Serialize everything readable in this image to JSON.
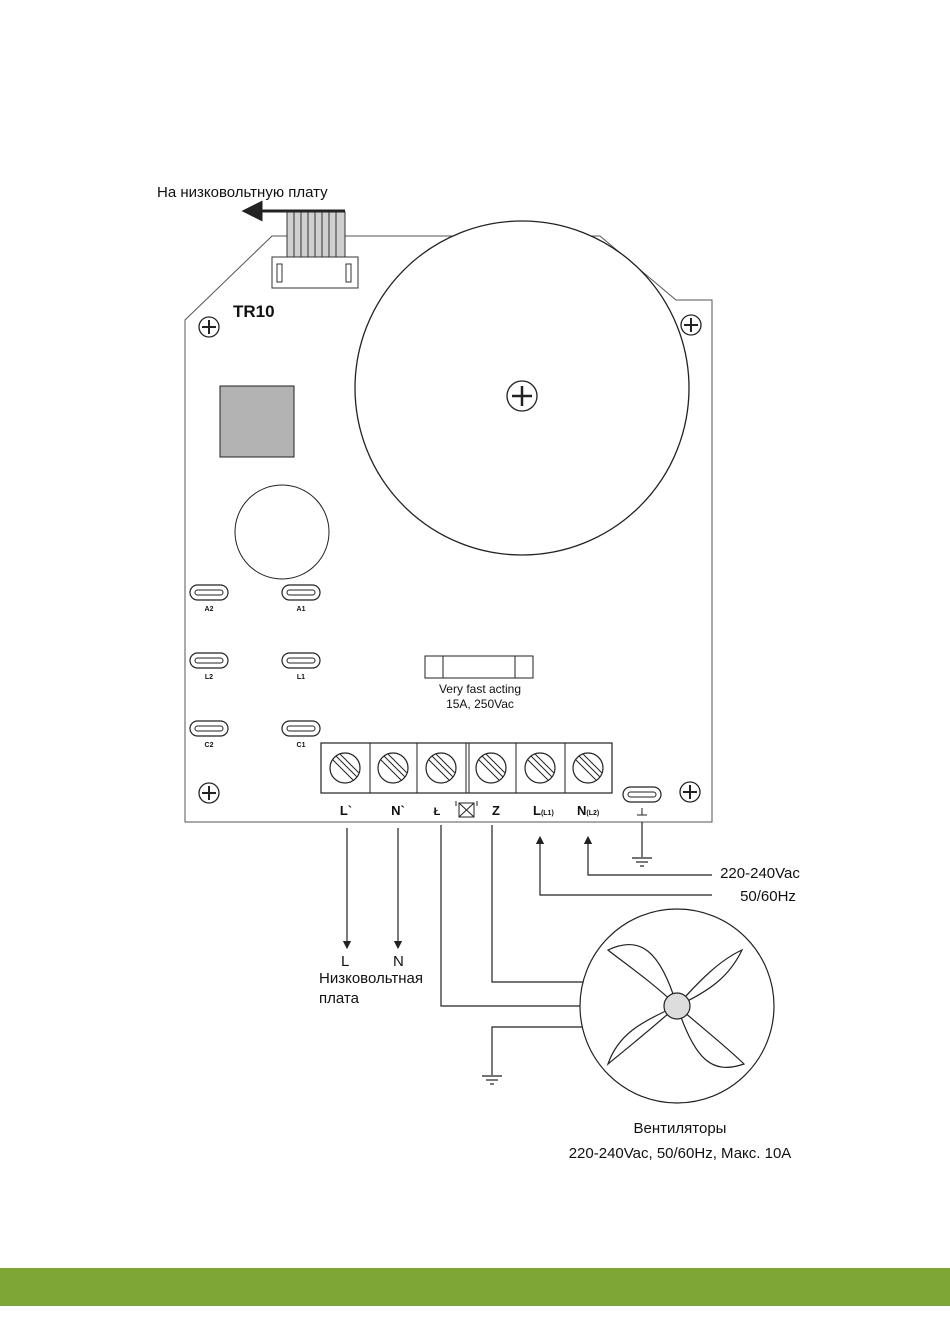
{
  "colors": {
    "footer": "#7ea637",
    "line": "#222222",
    "relay": "#b3b3b3"
  },
  "board": {
    "title": "TR10"
  },
  "labels": {
    "low_voltage_board_arrow": "На низковольтную плату",
    "fuse_line1": "Very fast acting",
    "fuse_line2": "15A, 250Vac",
    "supply_line1": "220-240Vac",
    "supply_line2": "50/60Hz",
    "output_L": "L",
    "output_N": "N",
    "low_voltage_line1": "Низковольтная",
    "low_voltage_line2": "плата",
    "fans_title": "Вентиляторы",
    "fans_spec": "220-240Vac, 50/60Hz, Макс. 10A"
  },
  "connectors": [
    "A2",
    "A1",
    "L2",
    "L1",
    "C2",
    "C1"
  ],
  "terminals": [
    {
      "main": "L`",
      "sub": ""
    },
    {
      "main": "N`",
      "sub": ""
    },
    {
      "main": "Ł",
      "sub": ""
    },
    {
      "main": "Z",
      "sub": ""
    },
    {
      "main": "L",
      "sub": "(L1)"
    },
    {
      "main": "N",
      "sub": "(L2)"
    }
  ],
  "icons": [
    "mounting-screw-icon",
    "ground-symbol-icon",
    "fan-icon",
    "arrow-icon",
    "fuse-icon",
    "terminal-screw-icon"
  ]
}
